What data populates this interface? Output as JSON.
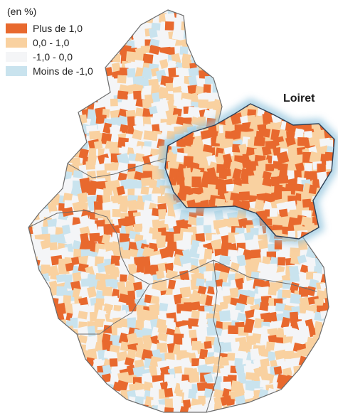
{
  "legend": {
    "unit": "(en %)",
    "classes": [
      {
        "label": "Plus de 1,0",
        "color": "#e8692e"
      },
      {
        "label": "0,0 - 1,0",
        "color": "#f9d1a0"
      },
      {
        "label": "-1,0 - 0,0",
        "color": "#f4f5f7"
      },
      {
        "label": "Moins de -1,0",
        "color": "#c9e3ee"
      }
    ]
  },
  "highlight": {
    "label": "Loiret",
    "glow_color": "#8fc3dd",
    "border_color": "#2e3f55"
  },
  "colors": {
    "region_border": "#6b6b6b",
    "background": "#ffffff"
  }
}
